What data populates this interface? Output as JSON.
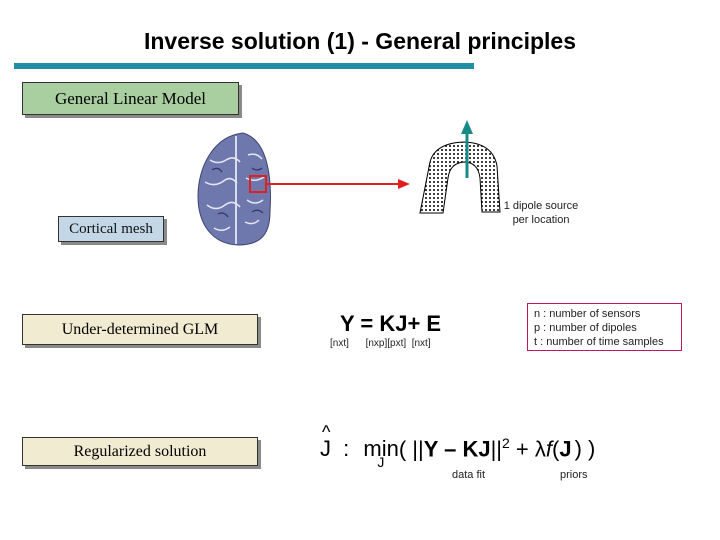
{
  "title": "Inverse solution (1) - General principles",
  "boxes": {
    "glm": "General Linear Model",
    "cortical": "Cortical mesh",
    "under": "Under-determined GLM",
    "regularized": "Regularized solution"
  },
  "dipole_note": [
    "1 dipole source",
    "per location"
  ],
  "equation": {
    "main": "Y = KJ+ E",
    "dims": "[nxt]      [nxp][pxt]  [nxt]"
  },
  "legend": [
    "n : number of sensors",
    "p : number of dipoles",
    "t : number of time samples"
  ],
  "formula": {
    "hat": "^",
    "j": "J",
    "colon": ":",
    "min": "min",
    "sub": "J",
    "open": "( ||",
    "bold_part": "Y – KJ",
    "close_norm": "||",
    "sq": "2",
    "plus": " + λ",
    "f": "f",
    "fj": "(",
    "bold_j": "J",
    "end": ") )",
    "data_fit": "data fit",
    "priors": "priors"
  },
  "colors": {
    "accent_bar": "#1f8fa6",
    "arrow_red": "#e02020",
    "dipole_arrow": "#1a8a86",
    "legend_border": "#c2185b"
  }
}
